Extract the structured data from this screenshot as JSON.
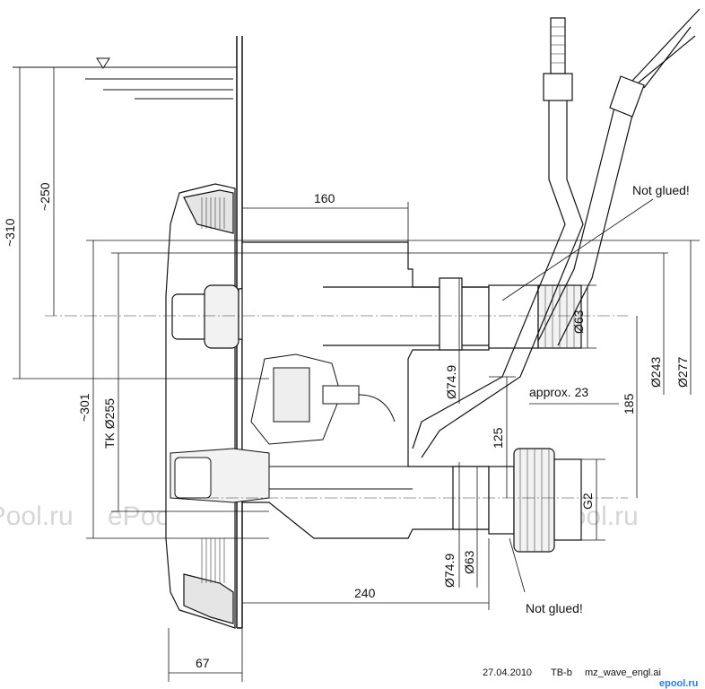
{
  "dimensions": {
    "d160": "160",
    "d240": "240",
    "d67": "67",
    "d310": "~310",
    "d250": "~250",
    "d301": "~301",
    "tk255": "TK Ø255",
    "d63_top": "Ø63",
    "d74_9_top": "Ø74.9",
    "d243": "Ø243",
    "d277": "Ø277",
    "d185": "185",
    "d125": "125",
    "approx23": "approx. 23",
    "g2": "G2",
    "d74_9_bottom": "Ø74.9",
    "d63_bottom": "Ø63"
  },
  "notes": {
    "not_glued_top": "Not glued!",
    "not_glued_bottom": "Not glued!"
  },
  "footer": {
    "date": "27.04.2010",
    "code": "TB-b",
    "file": "mz_wave_engl.ai"
  },
  "watermark": {
    "text": "ePool.ru",
    "logo": "epool.ru"
  }
}
